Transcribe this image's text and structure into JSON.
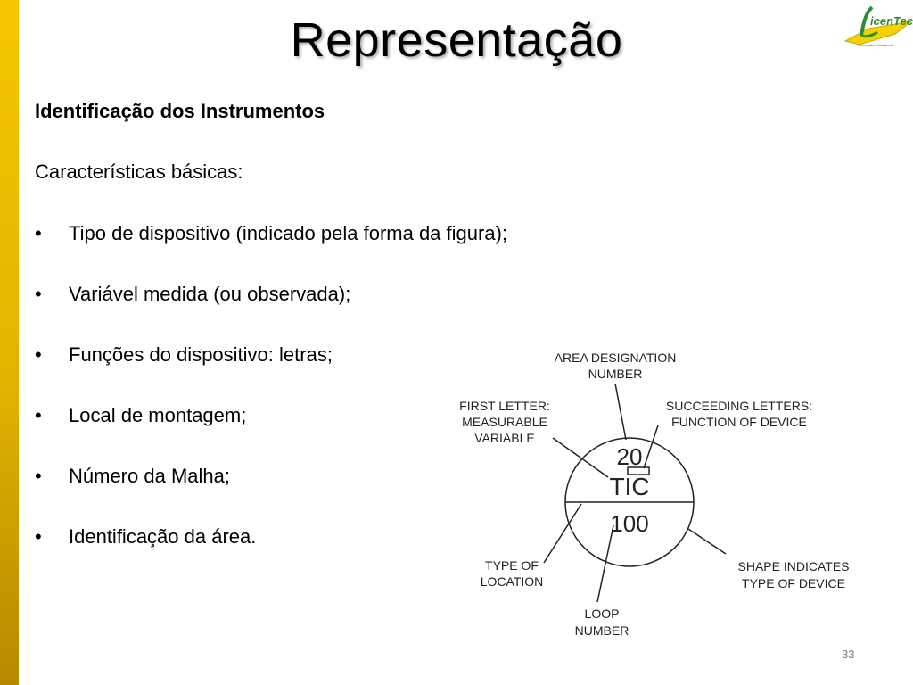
{
  "slide": {
    "title": "Representação",
    "heading": "Identificação dos Instrumentos",
    "intro": "Características básicas:",
    "bullet_symbol": "•",
    "bullets": [
      "Tipo de dispositivo (indicado pela forma da figura);",
      "Variável medida (ou observada);",
      "Funções do dispositivo: letras;",
      "Local de montagem;",
      "Número da Malha;",
      "Identificação da área."
    ],
    "page_number": "33"
  },
  "logo": {
    "text": "LicenTec",
    "tagline": "Formação Profissional",
    "colors": {
      "green": "#2e8b2e",
      "yellow": "#f2d200"
    }
  },
  "diagram": {
    "symbol": {
      "area": "20",
      "letters": "TIC",
      "loop": "100"
    },
    "labels": {
      "area_designation": [
        "AREA DESIGNATION",
        "NUMBER"
      ],
      "first_letter": [
        "FIRST LETTER:",
        "MEASURABLE",
        "VARIABLE"
      ],
      "succeeding_letters": [
        "SUCCEEDING LETTERS:",
        "FUNCTION OF DEVICE"
      ],
      "type_of_location": [
        "TYPE OF",
        "LOCATION"
      ],
      "loop_number": [
        "LOOP",
        "NUMBER"
      ],
      "shape_indicates": [
        "SHAPE INDICATES",
        "TYPE OF DEVICE"
      ]
    }
  },
  "colors": {
    "side_bar": "#e3b300",
    "text": "#000000",
    "diagram_text": "#222222",
    "page_number": "#7f7f7f"
  }
}
